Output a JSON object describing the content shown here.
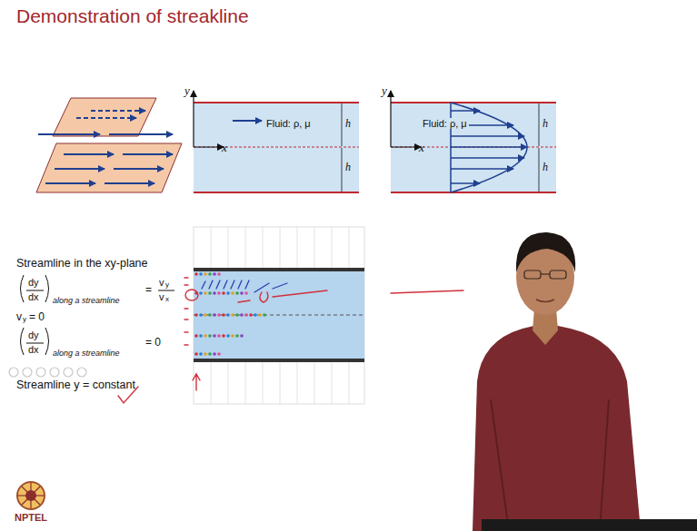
{
  "diagram": {
    "title": "Demonstration of streakline",
    "nodes": [
      {
        "text": [
          "Fluid: ρ, μ"
        ]
      },
      {
        "text": [
          "Fluid: ρ, μ"
        ]
      }
    ],
    "labels": [
      "y",
      "x",
      "h",
      "h",
      "y",
      "x",
      "h",
      "h",
      "Streamline in the xy-plane",
      "dy",
      "dx",
      "along a streamline",
      "=",
      "v",
      "y",
      "v",
      "x",
      "v",
      "y",
      "= 0",
      "dy",
      "dx",
      "along a streamline",
      "= 0",
      "Streamline y = constant",
      "NPTEL"
    ]
  }
}
